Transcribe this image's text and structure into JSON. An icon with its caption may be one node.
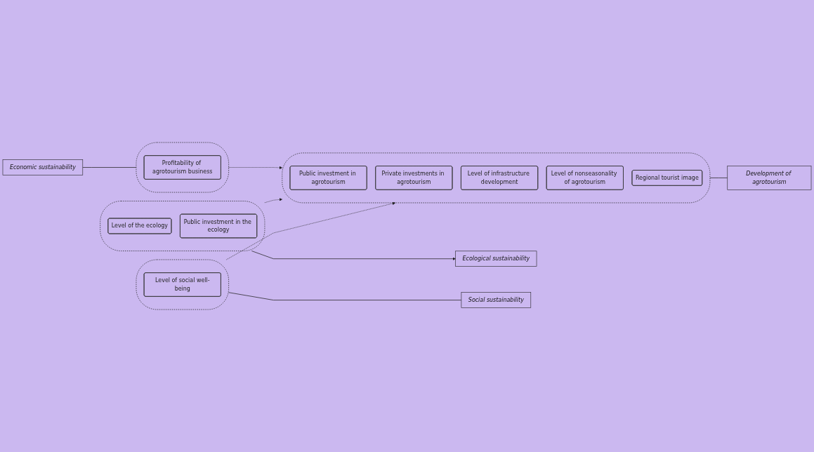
{
  "diagram": {
    "nodes": [
      {
        "text": [],
        "shape": "ellipse"
      },
      {
        "text": [
          "Profitability of agrotourism business"
        ],
        "in": 0
      },
      {
        "text": [
          "Economic sustainability"
        ]
      },
      {
        "text": [],
        "shape": "ellipse"
      },
      {
        "text": [
          "Level of the ecology"
        ],
        "in": 3
      },
      {
        "text": [
          "Public investment in the ecology"
        ],
        "in": 3
      },
      {
        "text": [],
        "shape": "ellipse"
      },
      {
        "text": [
          "Public investment in agrotourism"
        ],
        "in": 6
      },
      {
        "text": [
          "Private investments in agrotourism"
        ],
        "in": 6
      },
      {
        "text": [
          "Level of infrastructure development"
        ],
        "in": 6
      },
      {
        "text": [
          "Level of nonseasonality of agrotourism"
        ],
        "in": 6
      },
      {
        "text": [
          "Regional tourist image"
        ],
        "in": 6
      },
      {
        "text": [],
        "shape": "ellipse"
      },
      {
        "text": [
          "Level of social well-being"
        ],
        "in": 12
      },
      {
        "text": [
          "Ecological sustainability"
        ]
      },
      {
        "text": [
          "Social sustainability"
        ]
      },
      {
        "text": [
          "Development of agrotourism"
        ]
      }
    ],
    "edges": [
      {
        "from": 0,
        "to": 6,
        "arrow": "to",
        "style": "dashed"
      },
      {
        "from": 3,
        "to": 6,
        "arrow": "to",
        "style": "dashed"
      },
      {
        "from": 12,
        "to": 6,
        "arrow": "to",
        "style": "dashed"
      },
      {
        "from": 2,
        "to": 0,
        "arrow": "none"
      },
      {
        "from": 3,
        "to": 14,
        "arrow": "to"
      },
      {
        "from": 12,
        "to": 15,
        "arrow": "none"
      },
      {
        "from": 6,
        "to": 16,
        "arrow": "none"
      }
    ]
  }
}
